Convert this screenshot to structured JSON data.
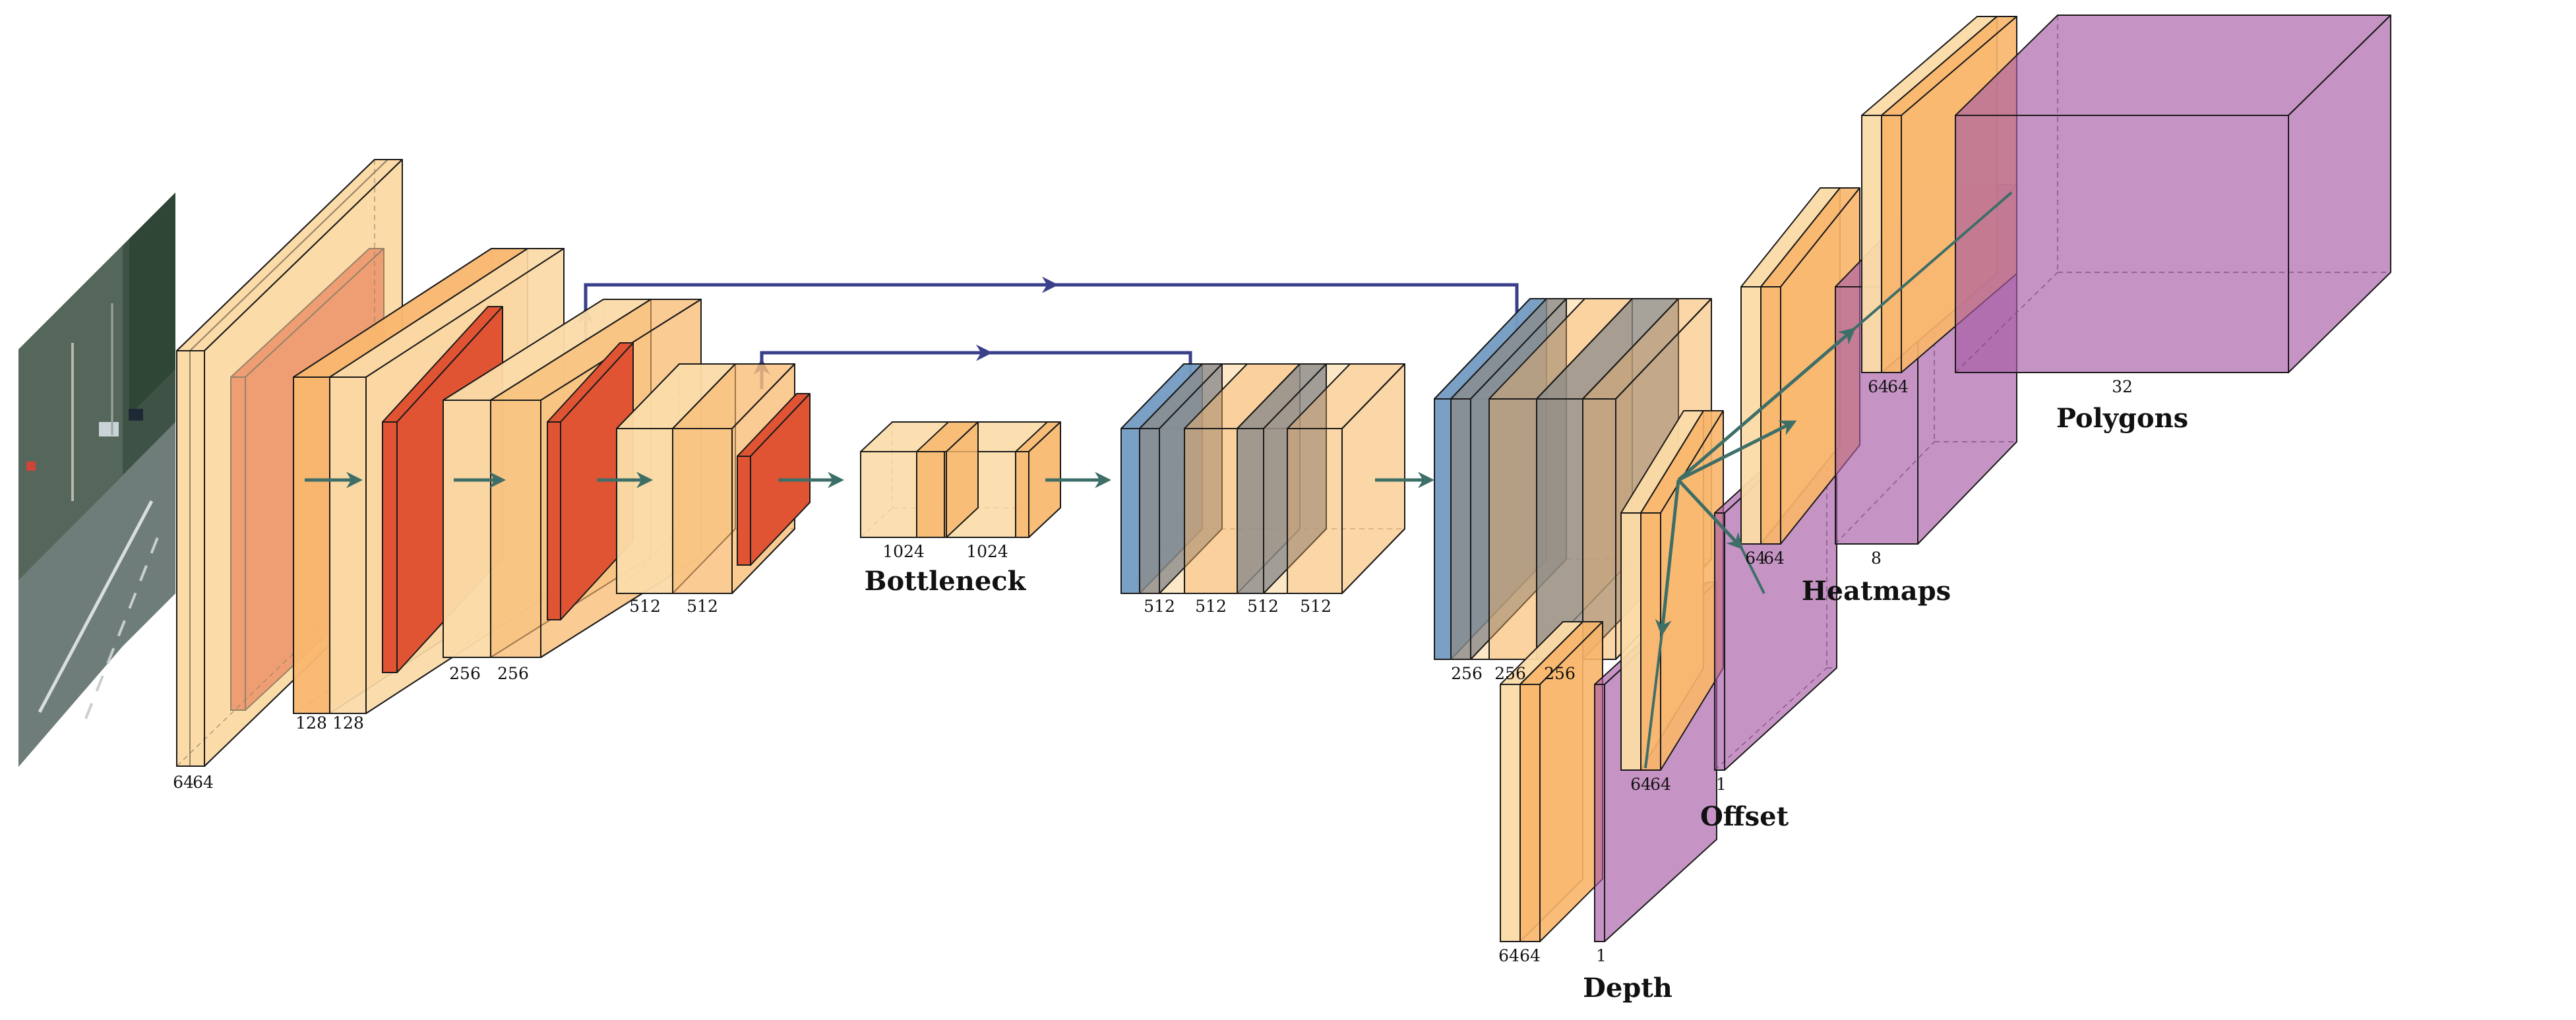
{
  "figure": {
    "bg": "#ffffff",
    "colors": {
      "conv": "#fbdba8",
      "conv_dark": "#f8b56a",
      "pool": "#e05434",
      "unpool": "#6c98c4",
      "concat": "#8b8b8b",
      "head": "#a85aa5",
      "skip": "#3a3f8a",
      "flow": "#3e6e68",
      "edge": "#1a1a1a"
    },
    "input": {
      "name": "input-street-image",
      "icon": "street-photo"
    },
    "encoder": [
      {
        "id": "enc1",
        "labels": [
          "64",
          "64"
        ]
      },
      {
        "id": "enc2",
        "labels": [
          "128",
          "128"
        ]
      },
      {
        "id": "enc3",
        "labels": [
          "256",
          "256"
        ]
      },
      {
        "id": "enc4",
        "labels": [
          "512",
          "512"
        ]
      }
    ],
    "bottleneck": {
      "title": "Bottleneck",
      "labels": [
        "1024",
        "1024"
      ]
    },
    "decoder": [
      {
        "id": "dec1",
        "labels": [
          "512",
          "512",
          "512",
          "512"
        ]
      },
      {
        "id": "dec2",
        "labels": [
          "256",
          "256",
          "256"
        ]
      }
    ],
    "heads": [
      {
        "id": "depth",
        "title": "Depth",
        "conv_labels": [
          "64",
          "64"
        ],
        "out_label": "1"
      },
      {
        "id": "offset",
        "title": "Offset",
        "conv_labels": [
          "64",
          "64"
        ],
        "out_label": "1"
      },
      {
        "id": "heatmaps",
        "title": "Heatmaps",
        "conv_labels": [
          "64",
          "64"
        ],
        "out_label": "8"
      },
      {
        "id": "polygons",
        "title": "Polygons",
        "conv_labels": [
          "64",
          "64"
        ],
        "out_label": "32"
      }
    ]
  }
}
